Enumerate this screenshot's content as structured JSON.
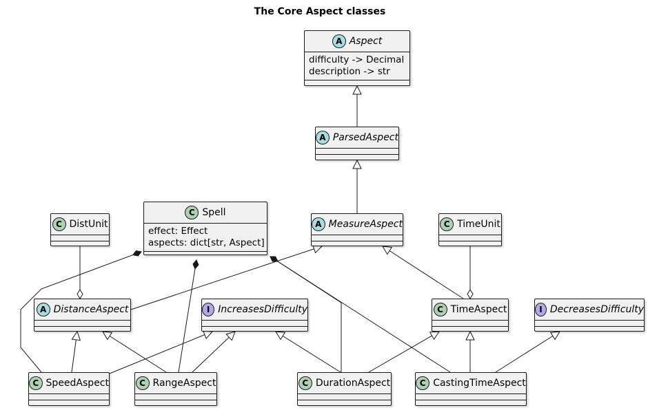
{
  "title": "The Core Aspect classes",
  "badge_colors": {
    "C": "#add1b2",
    "A": "#a9dcdf",
    "I": "#b4a7e5"
  },
  "classes": {
    "aspect": {
      "name": "Aspect",
      "stereotype": "A",
      "attributes": [
        "difficulty -> Decimal",
        "description -> str"
      ]
    },
    "parsed_aspect": {
      "name": "ParsedAspect",
      "stereotype": "A"
    },
    "measure_aspect": {
      "name": "MeasureAspect",
      "stereotype": "A"
    },
    "spell": {
      "name": "Spell",
      "stereotype": "C",
      "attributes": [
        "effect: Effect",
        "aspects: dict[str, Aspect]"
      ]
    },
    "dist_unit": {
      "name": "DistUnit",
      "stereotype": "C"
    },
    "time_unit": {
      "name": "TimeUnit",
      "stereotype": "C"
    },
    "distance_aspect": {
      "name": "DistanceAspect",
      "stereotype": "A"
    },
    "increases_difficulty": {
      "name": "IncreasesDifficulty",
      "stereotype": "I"
    },
    "time_aspect": {
      "name": "TimeAspect",
      "stereotype": "C"
    },
    "decreases_difficulty": {
      "name": "DecreasesDifficulty",
      "stereotype": "I"
    },
    "speed_aspect": {
      "name": "SpeedAspect",
      "stereotype": "C"
    },
    "range_aspect": {
      "name": "RangeAspect",
      "stereotype": "C"
    },
    "duration_aspect": {
      "name": "DurationAspect",
      "stereotype": "C"
    },
    "casting_time_aspect": {
      "name": "CastingTimeAspect",
      "stereotype": "C"
    }
  },
  "relations": [
    {
      "from": "parsed_aspect",
      "to": "aspect",
      "type": "extends"
    },
    {
      "from": "measure_aspect",
      "to": "parsed_aspect",
      "type": "extends"
    },
    {
      "from": "distance_aspect",
      "to": "measure_aspect",
      "type": "extends"
    },
    {
      "from": "time_aspect",
      "to": "measure_aspect",
      "type": "extends"
    },
    {
      "from": "dist_unit",
      "to": "distance_aspect",
      "type": "aggregation"
    },
    {
      "from": "time_unit",
      "to": "time_aspect",
      "type": "aggregation"
    },
    {
      "from": "speed_aspect",
      "to": "distance_aspect",
      "type": "extends"
    },
    {
      "from": "range_aspect",
      "to": "distance_aspect",
      "type": "extends"
    },
    {
      "from": "speed_aspect",
      "to": "increases_difficulty",
      "type": "implements"
    },
    {
      "from": "range_aspect",
      "to": "increases_difficulty",
      "type": "implements"
    },
    {
      "from": "duration_aspect",
      "to": "increases_difficulty",
      "type": "implements"
    },
    {
      "from": "duration_aspect",
      "to": "time_aspect",
      "type": "extends"
    },
    {
      "from": "casting_time_aspect",
      "to": "time_aspect",
      "type": "extends"
    },
    {
      "from": "casting_time_aspect",
      "to": "decreases_difficulty",
      "type": "implements"
    },
    {
      "from": "speed_aspect",
      "to": "spell",
      "type": "composition"
    },
    {
      "from": "range_aspect",
      "to": "spell",
      "type": "composition"
    },
    {
      "from": "duration_aspect",
      "to": "spell",
      "type": "composition"
    },
    {
      "from": "casting_time_aspect",
      "to": "spell",
      "type": "composition"
    }
  ]
}
